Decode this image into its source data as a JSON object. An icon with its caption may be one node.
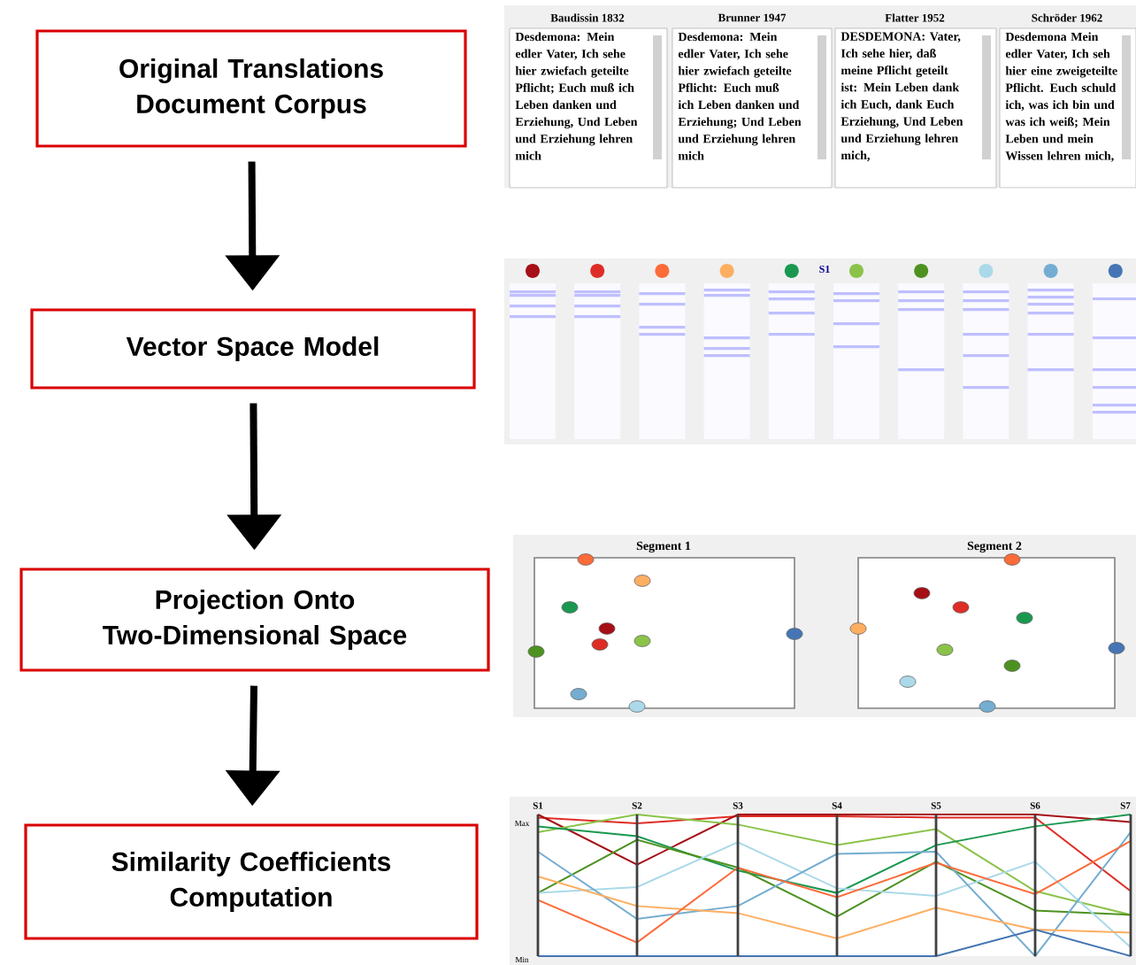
{
  "diagram": {
    "nodes": [
      {
        "text": [
          "Original Translations Document Corpus"
        ]
      },
      {
        "text": [
          "Vector Space Model"
        ]
      },
      {
        "text": [
          "Projection Onto Two-Dimensional Space"
        ]
      },
      {
        "text": [
          "Similarity Coefficients Computation"
        ]
      }
    ],
    "edges": [
      {
        "from": 0,
        "to": 1,
        "arrow": "to"
      },
      {
        "from": 1,
        "to": 2,
        "arrow": "to"
      },
      {
        "from": 2,
        "to": 3,
        "arrow": "to"
      }
    ],
    "labels": [
      "Baudissin 1832",
      "Brunner 1947",
      "Flatter 1952",
      "Schröder 1962",
      "Desdemona: Mein edler Vater, Ich sehe hier zwiefach geteilte Pflicht; Euch muß ich Leben danken und Erziehung, Und Leben und Erziehung lehren mich",
      "Desdemona: Mein edler Vater, Ich sehe hier zwiefach geteilte Pflicht: Euch muß ich Leben danken und Erziehung; Und Leben und Erziehung lehren mich",
      "DESDEMONA: Vater, Ich sehe hier, daß meine Pflicht geteilt ist: Mein Leben dank ich Euch, dank Euch Erziehung, Und Leben und Erziehung lehren mich,",
      "Desdemona Mein edler Vater, Ich seh hier eine zweigeteilte Pflicht. Euch schuld ich, was ich bin und was ich weiß; Mein Leben und mein Wissen lehren mich,",
      "S1",
      "Segment 1",
      "Segment 2",
      "S1",
      "S2",
      "S3",
      "S4",
      "S5",
      "S6",
      "S7",
      "Max",
      "Min"
    ]
  }
}
